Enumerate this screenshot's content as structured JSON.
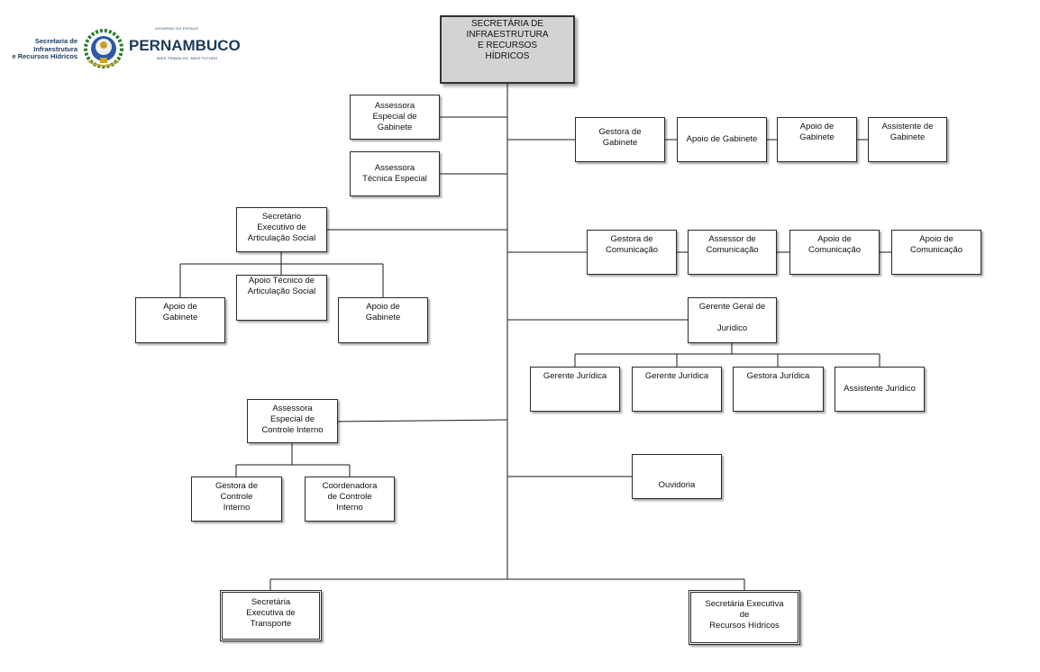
{
  "header": {
    "secretariat_label": "Secretaria de\nInfraestrutura\ne Recursos Hídricos",
    "gov_small": "GOVERNO DO ESTADO",
    "brand": "PERNAMBUCO",
    "slogan": "MAIS TRABALHO, MAIS FUTURO"
  },
  "org": {
    "top": "SECRETÁRIA DE\nINFRAESTRUTURA\nE RECURSOS\nHÍDRICOS",
    "assessora_especial_gabinete": "Assessora\nEspecial de\nGabinete",
    "assessora_tecnica_especial": "Assessora\nTécnica Especial",
    "gestora_gabinete": "Gestora de\nGabinete",
    "apoio_gabinete_1": "Apoio de Gabinete",
    "apoio_gabinete_2": "Apoio de\nGabinete",
    "assistente_gabinete": "Assistente de\nGabinete",
    "secretario_articulacao": "Secretário\nExecutivo de\nArticulação Social",
    "apoio_tecnico_articulacao": "Apoio Técnico de\nArticulação Social",
    "apoio_gabinete_left": "Apoio de\nGabinete",
    "apoio_gabinete_right": "Apoio de\nGabinete",
    "gestora_comunicacao": "Gestora de\nComunicação",
    "assessor_comunicacao": "Assessor de\nComunicação",
    "apoio_comunicacao_1": "Apoio de\nComunicação",
    "apoio_comunicacao_2": "Apoio de\nComunicação",
    "gerente_geral_juridico": "Gerente Geral de\n\nJurídico",
    "gerente_juridica_1": "Gerente Jurídica",
    "gerente_juridica_2": "Gerente Jurídica",
    "gestora_juridica": "Gestora Jurídica",
    "assistente_juridico": "Assistente Jurídico",
    "assessora_controle_interno": "Assessora\nEspecial de\nControle Interno",
    "gestora_controle_interno": "Gestora de\nControle\nInterno",
    "coordenadora_controle_interno": "Coordenadora\nde Controle\nInterno",
    "ouvidoria": "Ouvidoria",
    "secretaria_transporte": "Secretária\nExecutiva de\nTransporte",
    "secretaria_recursos_hidricos": "Secretária Executiva\nde\nRecursos Hídricos"
  },
  "colors": {
    "top_box_fill": "#d3d3d3",
    "brand": "#1b3a5c",
    "seal_green": "#2e7d32",
    "seal_gold": "#c9a227",
    "seal_blue": "#2a5aa8"
  },
  "icons": {
    "seal": "pernambuco-coat-of-arms"
  }
}
